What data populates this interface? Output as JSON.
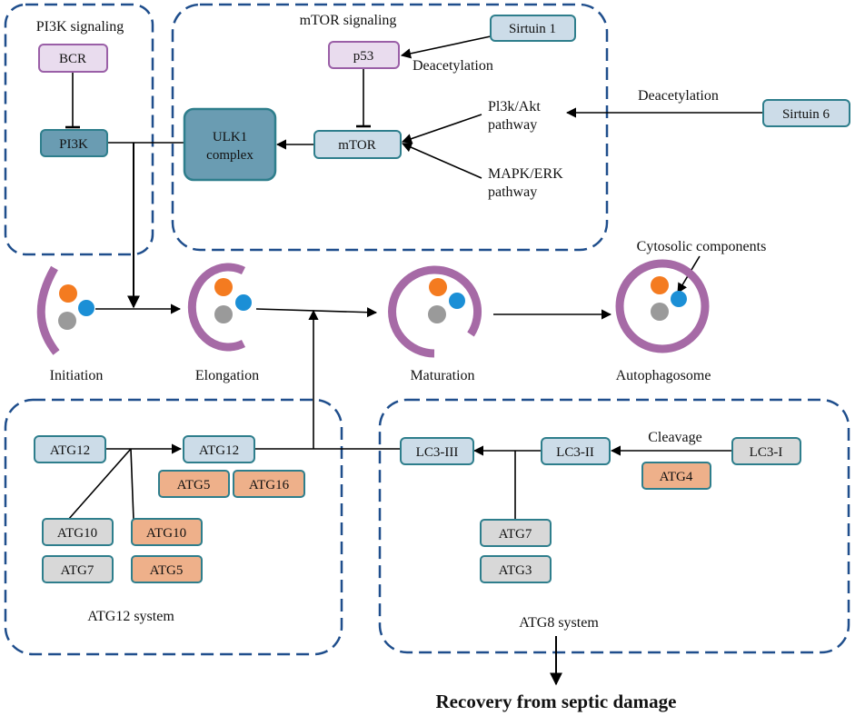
{
  "colors": {
    "dash": "#1f4e8c",
    "node_border": "#2e7e8c",
    "light_fill": "#ccdce8",
    "dark_fill": "#6a9cb2",
    "purple_border": "#9a5fa7",
    "purple_fill": "#e9dcee",
    "gray_fill": "#d8d8d8",
    "orange_fill": "#eeb08a",
    "membrane": "#a66aa6",
    "dot_orange": "#f47b20",
    "dot_blue": "#1b8fd6",
    "dot_gray": "#9a9a9a"
  },
  "groups": {
    "pi3k": "PI3K signaling",
    "mtor": "mTOR signaling",
    "atg12": "ATG12 system",
    "atg8": "ATG8 system"
  },
  "nodes": {
    "bcr": "BCR",
    "pi3k": "PI3K",
    "ulk1_line1": "ULK1",
    "ulk1_line2": "complex",
    "mtor": "mTOR",
    "p53": "p53",
    "sirtuin1": "Sirtuin 1",
    "sirtuin6": "Sirtuin 6",
    "atg12_a": "ATG12",
    "atg12_b": "ATG12",
    "atg5_a": "ATG5",
    "atg16": "ATG16",
    "atg10_gray": "ATG10",
    "atg10_orange": "ATG10",
    "atg7_a": "ATG7",
    "atg5_b": "ATG5",
    "lc3_iii": "LC3-III",
    "lc3_ii": "LC3-II",
    "lc3_i": "LC3-I",
    "atg4": "ATG4",
    "atg7_b": "ATG7",
    "atg3": "ATG3"
  },
  "labels": {
    "deacetylation_1": "Deacetylation",
    "deacetylation_2": "Deacetylation",
    "pi3k_akt_line1": "Pl3k/Akt",
    "pi3k_akt_line2": "pathway",
    "mapk_line1": "MAPK/ERK",
    "mapk_line2": "pathway",
    "cleavage": "Cleavage",
    "cytosolic": "Cytosolic components"
  },
  "stages": {
    "initiation": "Initiation",
    "elongation": "Elongation",
    "maturation": "Maturation",
    "autophagosome": "Autophagosome"
  },
  "outcome": "Recovery from septic damage"
}
